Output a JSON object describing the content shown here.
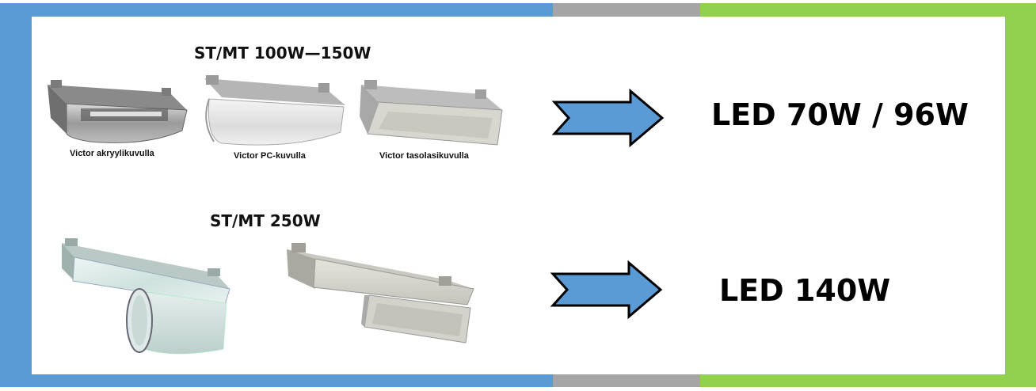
{
  "colors": {
    "blue": "#5b9bd5",
    "gray": "#a5a5a5",
    "green": "#92d050",
    "arrow_fill": "#5b9bd5",
    "arrow_stroke": "#000000"
  },
  "group_top": {
    "title": "ST/MT 100W—150W",
    "luminaires": [
      {
        "caption": "Victor akryylikuvulla",
        "icon": "acrylic-cover-luminaire-icon"
      },
      {
        "caption": "Victor PC-kuvulla",
        "icon": "pc-cover-luminaire-icon"
      },
      {
        "caption": "Victor tasolasikuvulla",
        "icon": "flat-glass-luminaire-icon"
      }
    ],
    "arrow_icon": "right-arrow-icon",
    "replacement": "LED 70W / 96W"
  },
  "group_bottom": {
    "title": "ST/MT 250W",
    "luminaires": [
      {
        "icon": "cylinder-reflector-luminaire-icon"
      },
      {
        "icon": "box-reflector-luminaire-icon"
      }
    ],
    "arrow_icon": "right-arrow-icon",
    "replacement": "LED 140W"
  }
}
